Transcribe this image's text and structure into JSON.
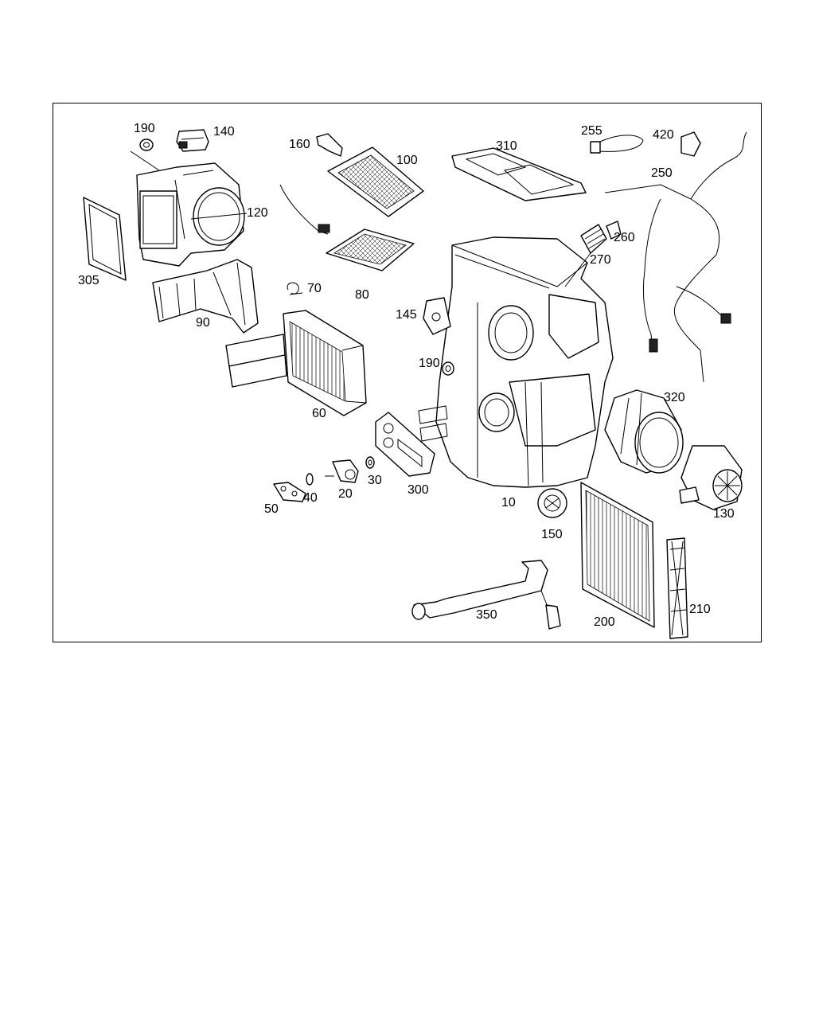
{
  "diagram": {
    "line_color": "#000000",
    "background": "#ffffff",
    "callouts": [
      {
        "id": "c190a",
        "text": "190"
      },
      {
        "id": "c140",
        "text": "140"
      },
      {
        "id": "c120",
        "text": "120"
      },
      {
        "id": "c305",
        "text": "305"
      },
      {
        "id": "c90",
        "text": "90"
      },
      {
        "id": "c160",
        "text": "160"
      },
      {
        "id": "c100",
        "text": "100"
      },
      {
        "id": "c80",
        "text": "80"
      },
      {
        "id": "c70",
        "text": "70"
      },
      {
        "id": "c60",
        "text": "60"
      },
      {
        "id": "c310",
        "text": "310"
      },
      {
        "id": "c255",
        "text": "255"
      },
      {
        "id": "c420",
        "text": "420"
      },
      {
        "id": "c250",
        "text": "250"
      },
      {
        "id": "c260",
        "text": "260"
      },
      {
        "id": "c270",
        "text": "270"
      },
      {
        "id": "c145",
        "text": "145"
      },
      {
        "id": "c190b",
        "text": "190"
      },
      {
        "id": "c320",
        "text": "320"
      },
      {
        "id": "c130",
        "text": "130"
      },
      {
        "id": "c10",
        "text": "10"
      },
      {
        "id": "c150",
        "text": "150"
      },
      {
        "id": "c300",
        "text": "300"
      },
      {
        "id": "c30",
        "text": "30"
      },
      {
        "id": "c20",
        "text": "20"
      },
      {
        "id": "c40",
        "text": "40"
      },
      {
        "id": "c50",
        "text": "50"
      },
      {
        "id": "c350",
        "text": "350"
      },
      {
        "id": "c200",
        "text": "200"
      },
      {
        "id": "c210",
        "text": "210"
      }
    ]
  }
}
